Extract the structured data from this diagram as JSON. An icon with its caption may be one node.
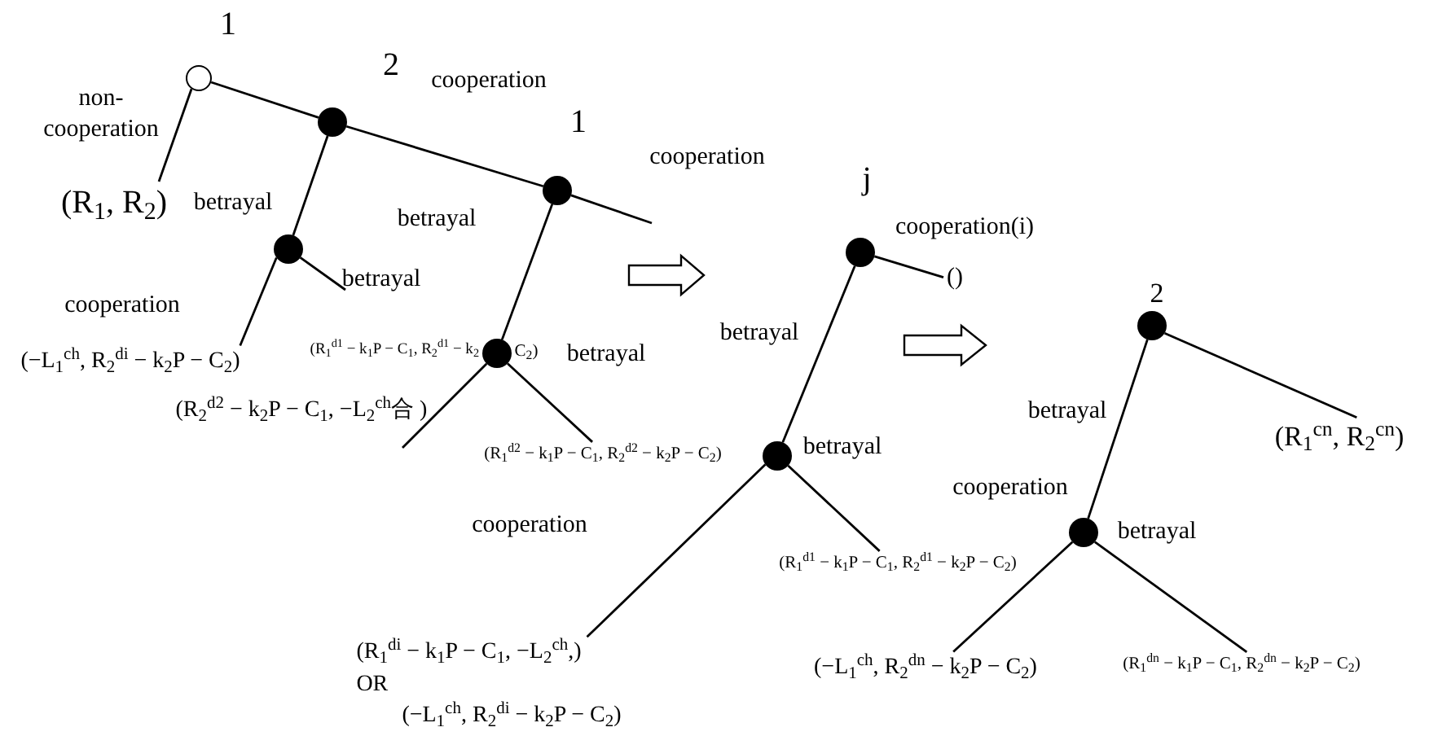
{
  "diagram": {
    "nodes": [
      {
        "text": [],
        "shape": "circle",
        "beside": [
          "1"
        ]
      },
      {
        "text": [],
        "shape": "dot",
        "beside": [
          "2"
        ]
      },
      {
        "text": [
          "(R$_{1}$, R$_{2}$)"
        ]
      },
      {
        "text": [],
        "shape": "dot",
        "beside": [
          "1"
        ]
      },
      {
        "text": [],
        "shape": "dot"
      },
      {
        "text": [
          "(−L$_{1}$$^{ch}$, R$_{2}$$^{di}$ − k$_{2}$P − C$_{2}$)"
        ]
      },
      {
        "text": [],
        "shape": "dot"
      },
      {
        "text": [
          "(R$_{1}$$^{d2}$ − k$_{1}$P − C$_{1}$, R$_{2}$$^{d2}$ − k$_{2}$P − C$_{2}$)"
        ]
      },
      {
        "text": [],
        "shape": "dot",
        "beside": [
          "j"
        ]
      },
      {
        "text": [
          "()"
        ]
      },
      {
        "text": [],
        "shape": "dot"
      },
      {
        "text": [
          "(R$_{1}$$^{di}$ − k$_{1}$P − C$_{1}$, −L$_{2}$$^{ch}$,)",
          "OR",
          "(−L$_{1}$$^{ch}$, R$_{2}$$^{di}$ − k$_{2}$P − C$_{2}$)"
        ]
      },
      {
        "text": [
          "(R$_{1}$$^{d1}$ − k$_{1}$P − C$_{1}$, R$_{2}$$^{d1}$ − k$_{2}$P − C$_{2}$)"
        ]
      },
      {
        "text": [],
        "shape": "dot",
        "beside": [
          "2"
        ]
      },
      {
        "text": [
          "(R$_{1}$$^{cn}$, R$_{2}$$^{cn}$)"
        ]
      },
      {
        "text": [],
        "shape": "dot"
      },
      {
        "text": [
          "(−L$_{1}$$^{ch}$, R$_{2}$$^{dn}$ − k$_{2}$P − C$_{2}$)"
        ]
      },
      {
        "text": [
          "(R$_{1}$$^{dn}$ − k$_{1}$P − C$_{1}$, R$_{2}$$^{dn}$ − k$_{2}$P − C$_{2}$)"
        ]
      }
    ],
    "edges": [
      {
        "from": 0,
        "to": 1,
        "arrow": "none"
      },
      {
        "from": 0,
        "to": 2,
        "arrow": "none",
        "label": "non-cooperation"
      },
      {
        "from": 1,
        "to": 3,
        "arrow": "none",
        "label": "cooperation"
      },
      {
        "from": 3,
        "to": null,
        "arrow": "none",
        "label": "cooperation"
      },
      {
        "from": 1,
        "to": 4,
        "arrow": "none",
        "label": "betrayal"
      },
      {
        "from": 4,
        "to": 5,
        "arrow": "none",
        "label": "cooperation"
      },
      {
        "from": 4,
        "to": null,
        "arrow": "none",
        "label": "betrayal"
      },
      {
        "from": 3,
        "to": 6,
        "arrow": "none",
        "label": "betrayal"
      },
      {
        "from": 6,
        "to": null,
        "arrow": "none"
      },
      {
        "from": 6,
        "to": 7,
        "arrow": "none",
        "label": "betrayal"
      },
      {
        "from": 8,
        "to": 9,
        "arrow": "none",
        "label": "cooperation(i)"
      },
      {
        "from": 8,
        "to": 10,
        "arrow": "none",
        "label": "betrayal"
      },
      {
        "from": 10,
        "to": 11,
        "arrow": "none",
        "label": "cooperation"
      },
      {
        "from": 10,
        "to": 12,
        "arrow": "none",
        "label": "betrayal"
      },
      {
        "from": 13,
        "to": 14,
        "arrow": "none"
      },
      {
        "from": 13,
        "to": 15,
        "arrow": "none",
        "label": "betrayal"
      },
      {
        "from": 15,
        "to": 16,
        "arrow": "none",
        "label": "cooperation"
      },
      {
        "from": 15,
        "to": 17,
        "arrow": "none",
        "label": "betrayal"
      }
    ],
    "labels": [
      "(R$_{1}$$^{d1}$ − k$_{1}$P − C$_{1}$, R$_{2}$$^{d1}$ − k$_{2}$",
      "C$_{2}$)",
      "(R$_{2}$$^{d2}$ − k$_{2}$P − C$_{1}$, −L$_{2}$$^{ch}$合 )"
    ]
  }
}
